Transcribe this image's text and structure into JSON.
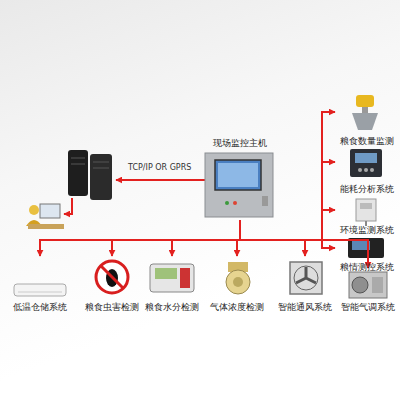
{
  "diagram": {
    "nodes": [
      {
        "text": [
          "现场监控主机"
        ]
      },
      {
        "text": [
          "粮食数量监测"
        ]
      },
      {
        "text": [
          "能耗分析系统"
        ]
      },
      {
        "text": [
          "环境监测系统"
        ]
      },
      {
        "text": [
          "粮情测控系统"
        ]
      },
      {
        "text": [
          "低温仓储系统"
        ]
      },
      {
        "text": [
          "粮食虫害检测"
        ]
      },
      {
        "text": [
          "粮食水分检测"
        ]
      },
      {
        "text": [
          "气体浓度检测"
        ]
      },
      {
        "text": [
          "智能通风系统"
        ]
      },
      {
        "text": [
          "智能气调系统"
        ]
      }
    ],
    "edges": [
      {
        "from": 0,
        "to": 1,
        "arrow": "to"
      },
      {
        "from": 0,
        "to": 2,
        "arrow": "to"
      },
      {
        "from": 0,
        "to": 3,
        "arrow": "to"
      },
      {
        "from": 0,
        "to": 4,
        "arrow": "to"
      },
      {
        "from": 0,
        "to": 5,
        "arrow": "to"
      },
      {
        "from": 0,
        "to": 6,
        "arrow": "to"
      },
      {
        "from": 0,
        "to": 7,
        "arrow": "to"
      },
      {
        "from": 0,
        "to": 8,
        "arrow": "to"
      },
      {
        "from": 0,
        "to": 9,
        "arrow": "to"
      },
      {
        "from": 0,
        "to": 10,
        "arrow": "to"
      }
    ],
    "labels": [
      "TCP/IP OR GPRS"
    ]
  }
}
